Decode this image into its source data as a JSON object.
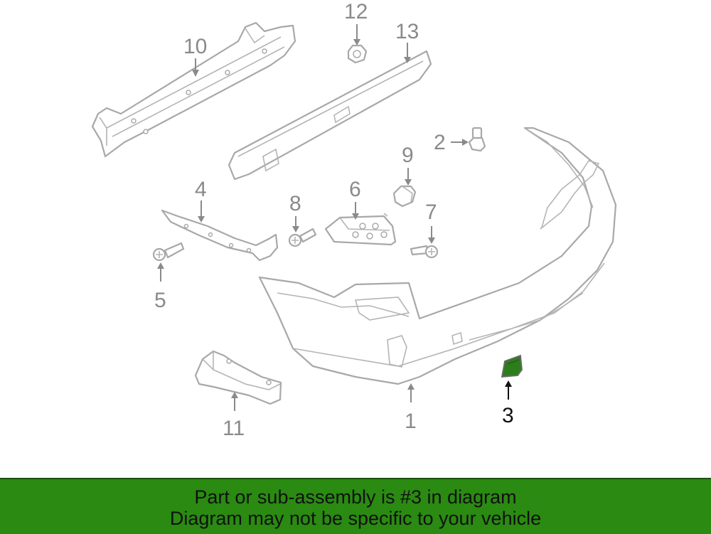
{
  "callouts": [
    {
      "id": "1",
      "highlighted": false
    },
    {
      "id": "2",
      "highlighted": false
    },
    {
      "id": "3",
      "highlighted": true
    },
    {
      "id": "4",
      "highlighted": false
    },
    {
      "id": "5",
      "highlighted": false
    },
    {
      "id": "6",
      "highlighted": false
    },
    {
      "id": "7",
      "highlighted": false
    },
    {
      "id": "8",
      "highlighted": false
    },
    {
      "id": "9",
      "highlighted": false
    },
    {
      "id": "10",
      "highlighted": false
    },
    {
      "id": "11",
      "highlighted": false
    },
    {
      "id": "12",
      "highlighted": false
    },
    {
      "id": "13",
      "highlighted": false
    }
  ],
  "banner": {
    "line1": "Part or sub-assembly is #3 in diagram",
    "line2": "Diagram may not be specific to your vehicle",
    "background": "#2a8a12"
  },
  "colors": {
    "highlight_part": "#2e7d1c",
    "line_art": "#a8a8a8",
    "callout_text": "#8a8a8a"
  }
}
